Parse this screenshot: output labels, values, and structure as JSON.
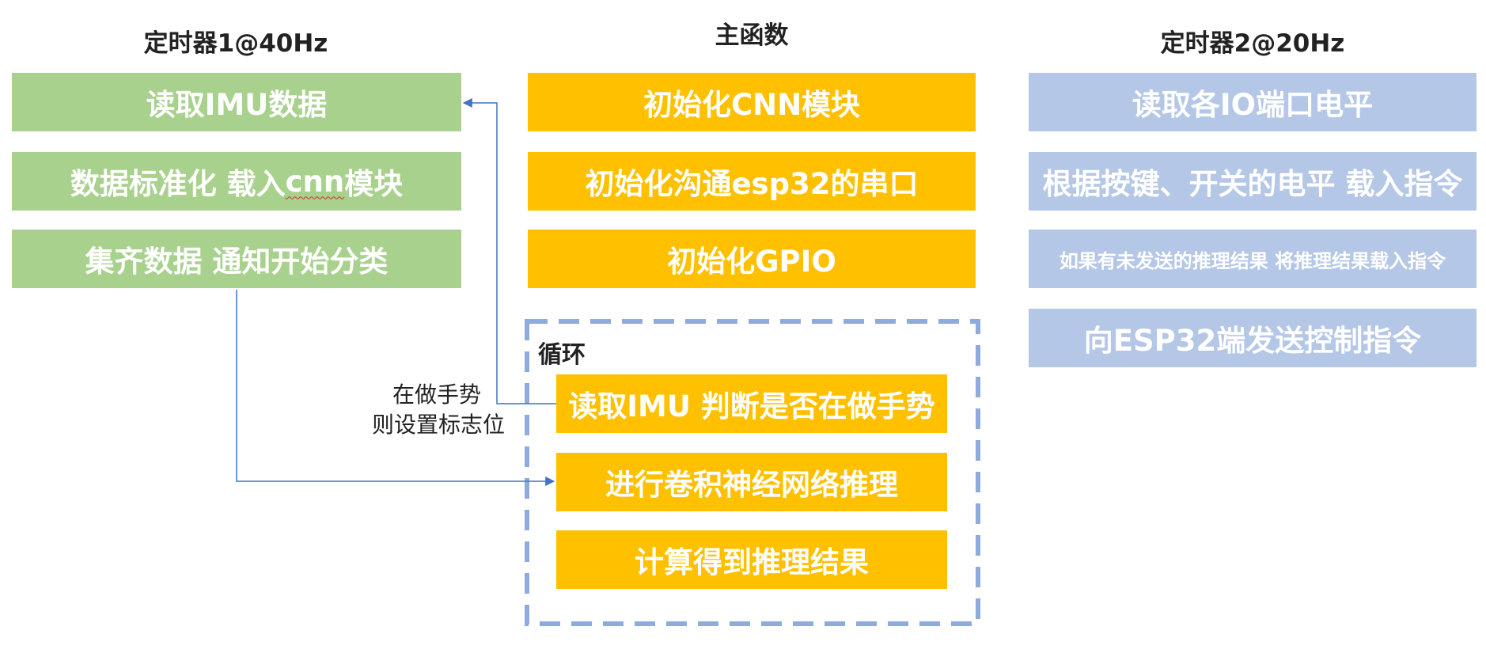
{
  "columns": {
    "left": {
      "title": "定时器1@40Hz",
      "items": [
        "读取IMU数据",
        "数据标准化 载入",
        "集齐数据 通知开始分类"
      ],
      "item2_word": "cnn",
      "item2_tail": "模块"
    },
    "middle": {
      "title": "主函数",
      "items": [
        "初始化CNN模块",
        "初始化沟通esp32的串口",
        "初始化GPIO"
      ],
      "loop": {
        "label": "循环",
        "items": [
          "读取IMU 判断是否在做手势",
          "进行卷积神经网络推理",
          "计算得到推理结果"
        ]
      }
    },
    "right": {
      "title": "定时器2@20Hz",
      "items": [
        "读取各IO端口电平",
        "根据按键、开关的电平 载入指令",
        "如果有未发送的推理结果 将推理结果载入指令",
        "向ESP32端发送控制指令"
      ]
    }
  },
  "annotation": {
    "line1": "在做手势",
    "line2": "则设置标志位"
  },
  "colors": {
    "green": "#a9d18e",
    "yellow": "#ffc000",
    "blue": "#b4c7e7",
    "arrow": "#4472c4",
    "dashed_border": "#8faadc"
  }
}
